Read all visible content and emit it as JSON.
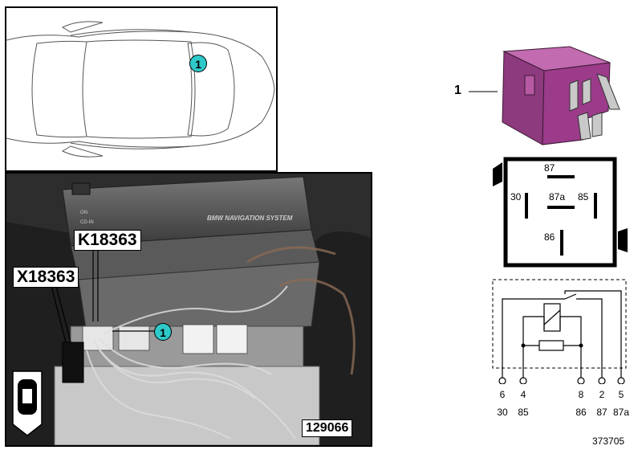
{
  "callout_number": "1",
  "part_label": "1",
  "connector_labels": {
    "k": "K18363",
    "x": "X18363"
  },
  "photo_ref": "129066",
  "diagram_id": "373705",
  "device_text": {
    "on": "ON",
    "cdin": "CD-IN",
    "nav": "BMW NAVIGATION SYSTEM"
  },
  "relay_pins": {
    "top": "87",
    "left": "30",
    "center": "87a",
    "right": "85",
    "bottom": "86"
  },
  "schematic_pins": [
    {
      "num": "6",
      "term": "30"
    },
    {
      "num": "4",
      "term": "85"
    },
    {
      "num": "8",
      "term": "86"
    },
    {
      "num": "2",
      "term": "87"
    },
    {
      "num": "5",
      "term": "87a"
    }
  ],
  "colors": {
    "callout": "#2ec9c9",
    "relay_body": "#9b3b8a",
    "photo_bg": "#2a2a2a"
  }
}
